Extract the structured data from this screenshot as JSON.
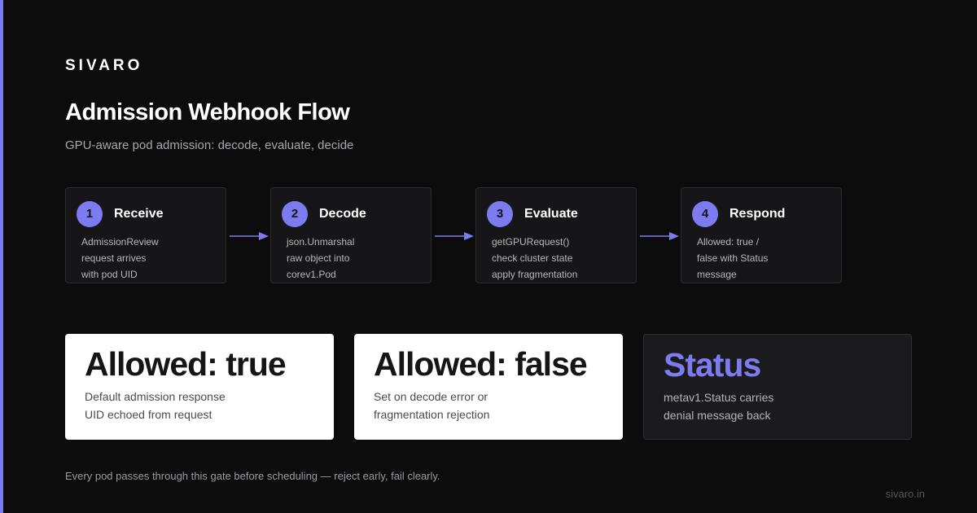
{
  "brand": "SIVARO",
  "title": "Admission Webhook Flow",
  "subtitle": "GPU-aware pod admission: decode, evaluate, decide",
  "accent_color": "#7c7cf0",
  "steps": [
    {
      "number": "1",
      "title": "Receive",
      "lines": [
        "AdmissionReview",
        "request arrives",
        "with pod UID"
      ]
    },
    {
      "number": "2",
      "title": "Decode",
      "lines": [
        "json.Unmarshal",
        "raw object into",
        "corev1.Pod"
      ]
    },
    {
      "number": "3",
      "title": "Evaluate",
      "lines": [
        "getGPURequest()",
        "check cluster state",
        "apply fragmentation"
      ]
    },
    {
      "number": "4",
      "title": "Respond",
      "lines": [
        "Allowed: true /",
        "false with Status",
        "message"
      ]
    }
  ],
  "outcomes": [
    {
      "heading": "Allowed: true",
      "lines": [
        "Default admission response",
        "UID echoed from request"
      ]
    },
    {
      "heading": "Allowed: false",
      "lines": [
        "Set on decode error or",
        "fragmentation rejection"
      ]
    },
    {
      "heading": "Status",
      "lines": [
        "metav1.Status carries",
        "denial message back"
      ]
    }
  ],
  "footer": {
    "note": "Every pod passes through this gate before scheduling — reject early, fail clearly.",
    "url": "sivaro.in"
  }
}
